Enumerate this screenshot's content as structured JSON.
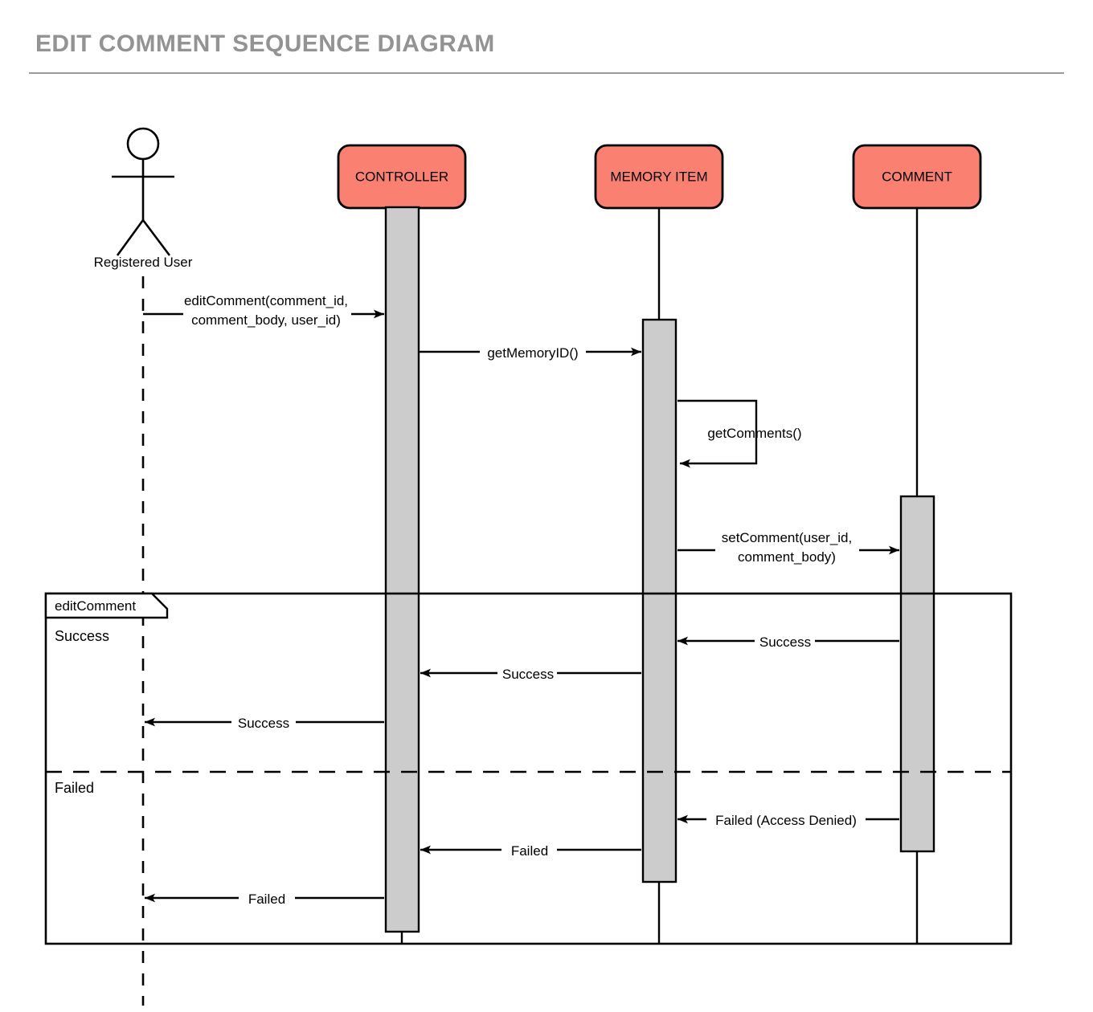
{
  "title": "EDIT COMMENT SEQUENCE DIAGRAM",
  "colors": {
    "title_text": "#939393",
    "title_rule": "#9a9a9a",
    "participant_fill": "#FA8072",
    "participant_stroke": "#000000",
    "activation_fill": "#CCCCCC",
    "activation_stroke": "#000000",
    "line": "#000000",
    "background": "#FFFFFF"
  },
  "actor": {
    "name": "Registered User",
    "icon": "actor-stick-figure"
  },
  "participants": [
    {
      "id": "controller",
      "label": "CONTROLLER"
    },
    {
      "id": "memory_item",
      "label": "MEMORY ITEM"
    },
    {
      "id": "comment",
      "label": "COMMENT"
    }
  ],
  "messages": [
    {
      "id": "m1",
      "from": "actor",
      "to": "controller",
      "label_lines": [
        "editComment(comment_id,",
        "comment_body, user_id)"
      ],
      "kind": "call",
      "direction": "right"
    },
    {
      "id": "m2",
      "from": "controller",
      "to": "memory_item",
      "label_lines": [
        "getMemoryID()"
      ],
      "kind": "call",
      "direction": "right"
    },
    {
      "id": "m3",
      "from": "memory_item",
      "to": "memory_item",
      "label_lines": [
        "getComments()"
      ],
      "kind": "self-call",
      "direction": "self"
    },
    {
      "id": "m4",
      "from": "memory_item",
      "to": "comment",
      "label_lines": [
        "setComment(user_id,",
        "comment_body)"
      ],
      "kind": "call",
      "direction": "right"
    }
  ],
  "fragment": {
    "label": "editComment",
    "operands": [
      {
        "guard": "Success",
        "messages": [
          {
            "id": "m5",
            "from": "comment",
            "to": "memory_item",
            "label_lines": [
              "Success"
            ],
            "kind": "return",
            "direction": "left"
          },
          {
            "id": "m6",
            "from": "memory_item",
            "to": "controller",
            "label_lines": [
              "Success"
            ],
            "kind": "return",
            "direction": "left"
          },
          {
            "id": "m7",
            "from": "controller",
            "to": "actor",
            "label_lines": [
              "Success"
            ],
            "kind": "return",
            "direction": "left"
          }
        ]
      },
      {
        "guard": "Failed",
        "messages": [
          {
            "id": "m8",
            "from": "comment",
            "to": "memory_item",
            "label_lines": [
              "Failed (Access Denied)"
            ],
            "kind": "return",
            "direction": "left"
          },
          {
            "id": "m9",
            "from": "memory_item",
            "to": "controller",
            "label_lines": [
              "Failed"
            ],
            "kind": "return",
            "direction": "left"
          },
          {
            "id": "m10",
            "from": "controller",
            "to": "actor",
            "label_lines": [
              "Failed"
            ],
            "kind": "return",
            "direction": "left"
          }
        ]
      }
    ]
  }
}
